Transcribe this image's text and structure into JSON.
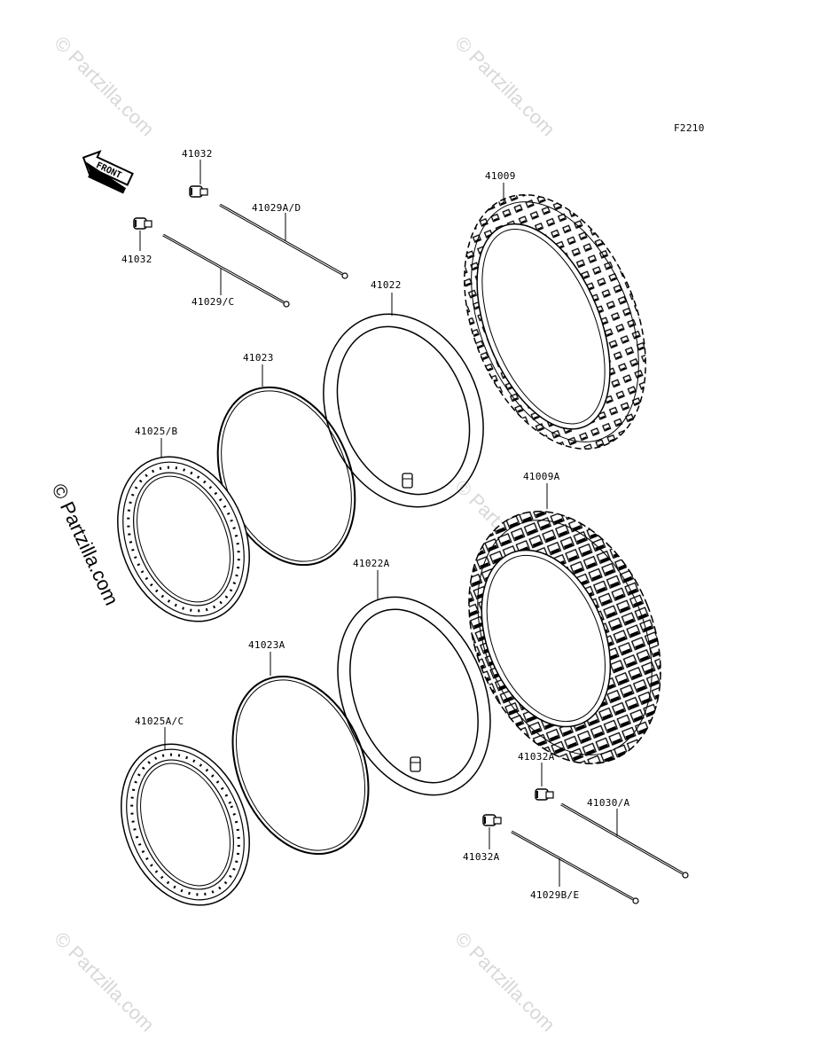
{
  "diagram_code": "F2210",
  "front_label": "FRONT",
  "watermark_text": "© Partzilla.com",
  "parts": {
    "valve_cap_front_top": "41032",
    "valve_cap_front_left": "41032",
    "spoke_front_a_d": "41029A/D",
    "spoke_front_c": "41029/C",
    "tire_front": "41009",
    "tube_front": "41022",
    "rim_band_front": "41023",
    "rim_front": "41025/B",
    "tire_rear": "41009A",
    "tube_rear": "41022A",
    "rim_band_rear": "41023A",
    "rim_rear": "41025A/C",
    "valve_cap_rear_top": "41032A",
    "valve_cap_rear_bottom": "41032A",
    "spoke_rear_a": "41030/A",
    "spoke_rear_b_e": "41029B/E"
  }
}
